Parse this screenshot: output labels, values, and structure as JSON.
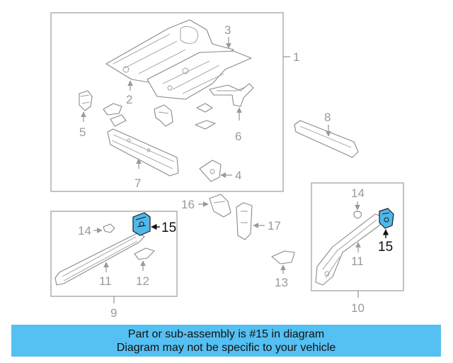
{
  "colors": {
    "highlight": "#4fb8ec",
    "banner": "#55c0f2",
    "line": "#9a9a9a"
  },
  "callouts": {
    "c1": "1",
    "c2": "2",
    "c3": "3",
    "c4": "4",
    "c5": "5",
    "c6": "6",
    "c7": "7",
    "c8": "8",
    "c9": "9",
    "c10": "10",
    "c11a": "11",
    "c11b": "11",
    "c12": "12",
    "c13": "13",
    "c14a": "14",
    "c14b": "14",
    "c15a": "15",
    "c15b": "15",
    "c16": "16",
    "c17": "17"
  },
  "banner": {
    "line1": "Part or sub-assembly is #15 in diagram",
    "line2": "Diagram may not be specific to your vehicle"
  }
}
